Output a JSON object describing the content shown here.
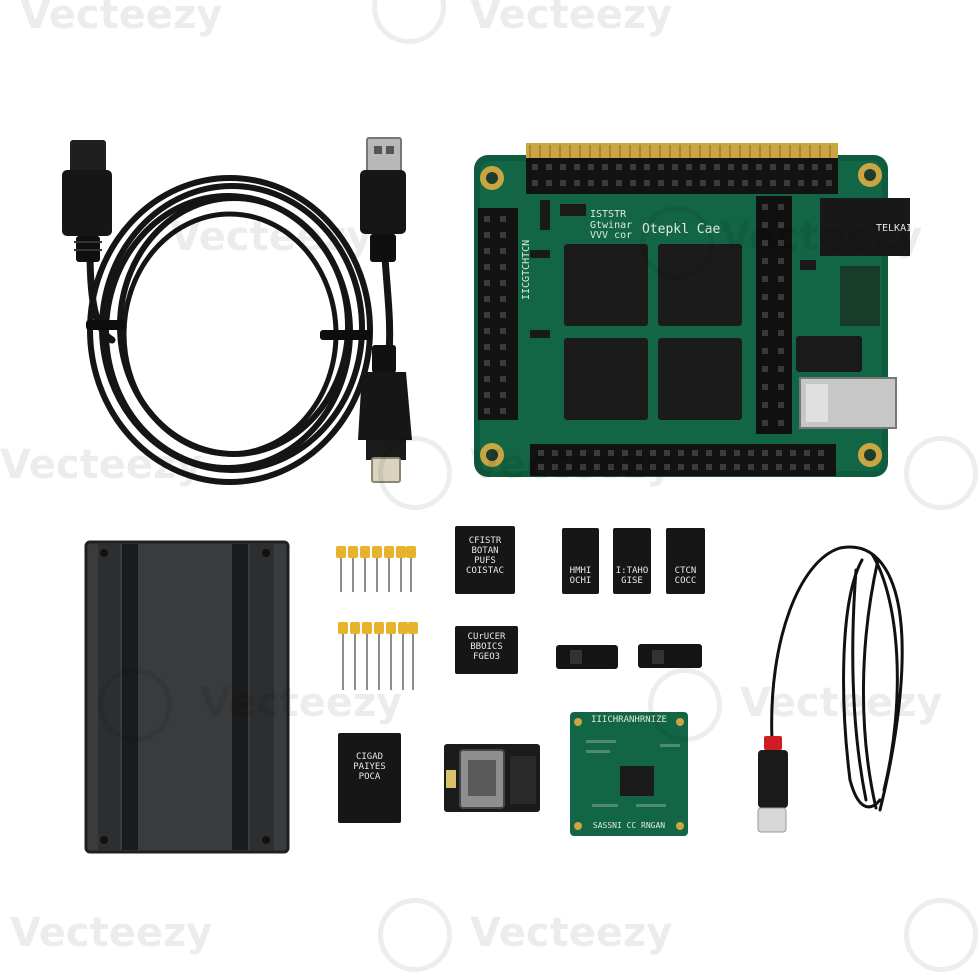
{
  "watermark": {
    "brand": "Vecteezy"
  },
  "main_board": {
    "label_top_1": "ISTSTR\nGtwinar\nVVV cor",
    "label_top_2": "Otepkl Cae",
    "label_side": "IICGTCHTCN",
    "label_port": "TELKAI"
  },
  "chips": [
    {
      "id": "chip-a",
      "text": "CFISTR\nBOTAN\nPUFS\nCOISTAC"
    },
    {
      "id": "chip-b",
      "text": "HMHI\nOCHI"
    },
    {
      "id": "chip-c",
      "text": "I:TAHO\nGISE"
    },
    {
      "id": "chip-d",
      "text": "CTCN\nCOCC"
    },
    {
      "id": "chip-e",
      "text": "CUrUCER\nBBOICS\nFGEO3"
    },
    {
      "id": "chip-f",
      "text": "CIGAD\nPAIYES\nPOCA"
    }
  ],
  "small_board": {
    "label_top": "IIICHRANHRNIZE",
    "label_bottom": "SASSNI CC RNGAN"
  }
}
